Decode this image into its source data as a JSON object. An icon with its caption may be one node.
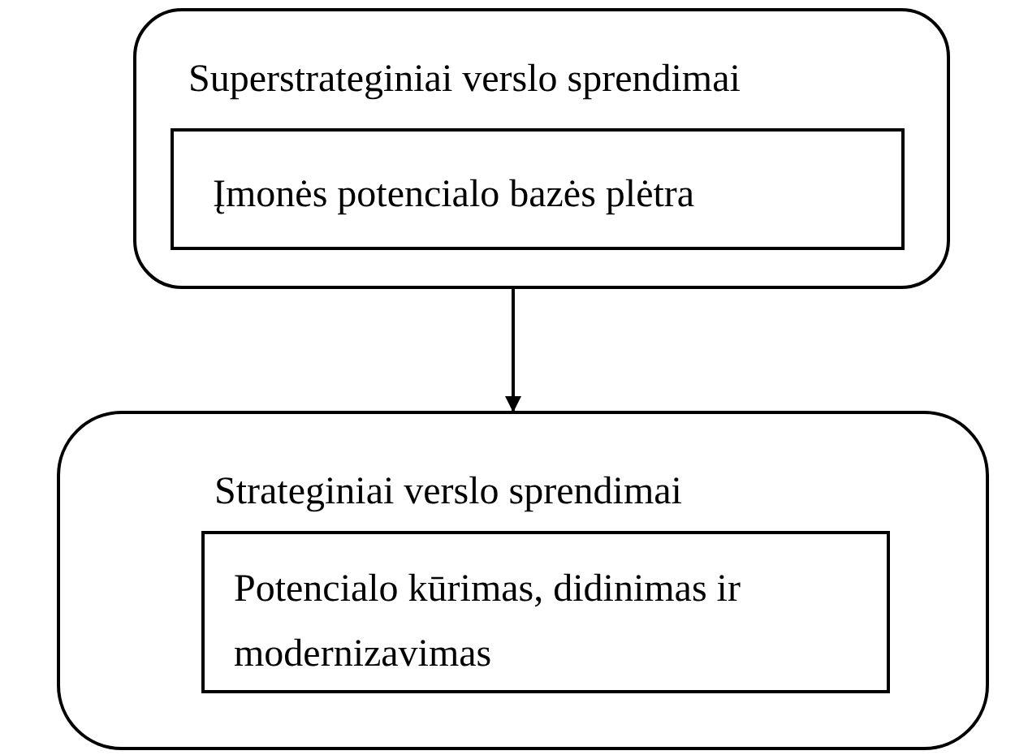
{
  "diagram": {
    "nodes": [
      {
        "text": [
          "Superstrateginiai verslo sprendimai"
        ]
      },
      {
        "text": [
          "Įmonės potencialo bazės plėtra"
        ],
        "in": 0
      },
      {
        "text": [
          "Strateginiai verslo sprendimai"
        ]
      },
      {
        "text": [
          "Potencialo kūrimas, didinimas ir modernizavimas"
        ],
        "in": 2
      }
    ],
    "edges": [
      {
        "from": 0,
        "to": 2,
        "arrow": "to"
      }
    ]
  }
}
